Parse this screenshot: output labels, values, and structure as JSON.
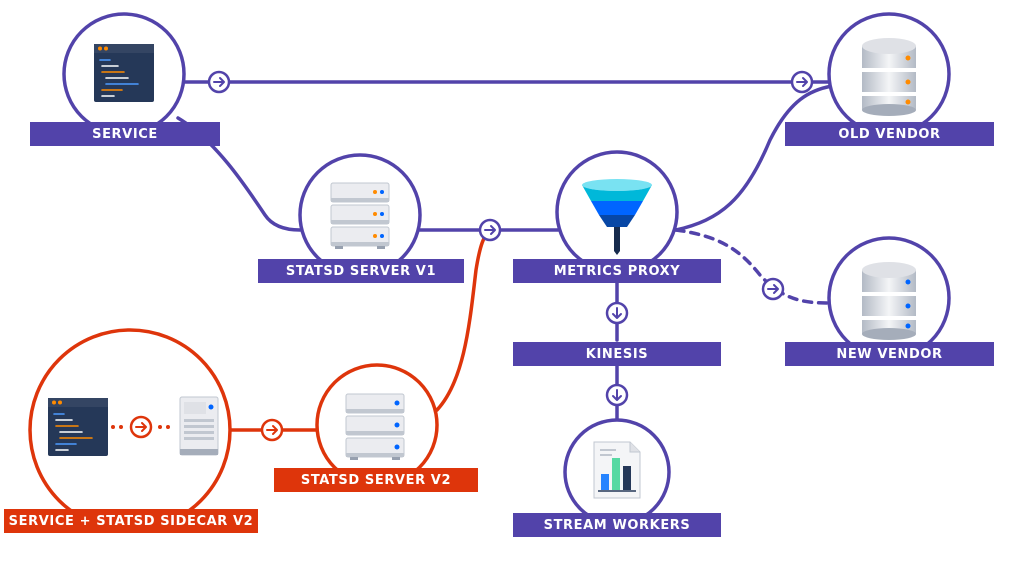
{
  "colors": {
    "primary": "#5243aa",
    "secondary": "#de350b",
    "bar_blue": "#2684ff",
    "bar_green": "#57d9a3",
    "bar_dark": "#253858",
    "funnel_top": "#00b8d9",
    "funnel_mid": "#0065ff",
    "funnel_bottom": "#0747a6",
    "server_light": "#ebecf0",
    "server_dark": "#97a0af",
    "led_orange": "#ff8b00",
    "led_blue": "#0065ff",
    "code_bg": "#253858"
  },
  "nodes": {
    "service": {
      "label": "SERVICE",
      "icon": "code-editor-icon"
    },
    "old_vendor": {
      "label": "OLD VENDOR",
      "icon": "database-icon"
    },
    "statsd_v1": {
      "label": "STATSD SERVER V1",
      "icon": "server-rack-icon"
    },
    "metrics_proxy": {
      "label": "METRICS PROXY",
      "icon": "funnel-icon"
    },
    "new_vendor": {
      "label": "NEW VENDOR",
      "icon": "database-icon"
    },
    "kinesis": {
      "label": "KINESIS"
    },
    "stream_workers": {
      "label": "STREAM WORKERS",
      "icon": "bar-chart-document-icon"
    },
    "sidecar_service": {
      "label": "SERVICE + STATSD SIDECAR V2",
      "icon": "code-editor-icon",
      "secondary_icon": "small-server-icon"
    },
    "statsd_v2": {
      "label": "STATSD SERVER V2",
      "icon": "server-rack-icon"
    }
  },
  "edges": [
    {
      "from": "service",
      "to": "old_vendor",
      "style": "solid",
      "icon": "arrow-right-icon"
    },
    {
      "from": "service",
      "to": "statsd_v1",
      "style": "solid"
    },
    {
      "from": "statsd_v1",
      "to": "metrics_proxy",
      "style": "solid",
      "icon": "arrow-right-icon"
    },
    {
      "from": "metrics_proxy",
      "to": "old_vendor",
      "style": "solid"
    },
    {
      "from": "metrics_proxy",
      "to": "new_vendor",
      "style": "dashed",
      "icon": "arrow-right-icon"
    },
    {
      "from": "metrics_proxy",
      "to": "kinesis",
      "style": "solid",
      "icon": "arrow-down-icon"
    },
    {
      "from": "kinesis",
      "to": "stream_workers",
      "style": "solid",
      "icon": "arrow-down-icon"
    },
    {
      "from": "sidecar_service",
      "to": "statsd_v2",
      "style": "solid",
      "icon": "arrow-right-icon"
    },
    {
      "from": "statsd_v2",
      "to": "metrics_proxy",
      "style": "solid"
    }
  ]
}
